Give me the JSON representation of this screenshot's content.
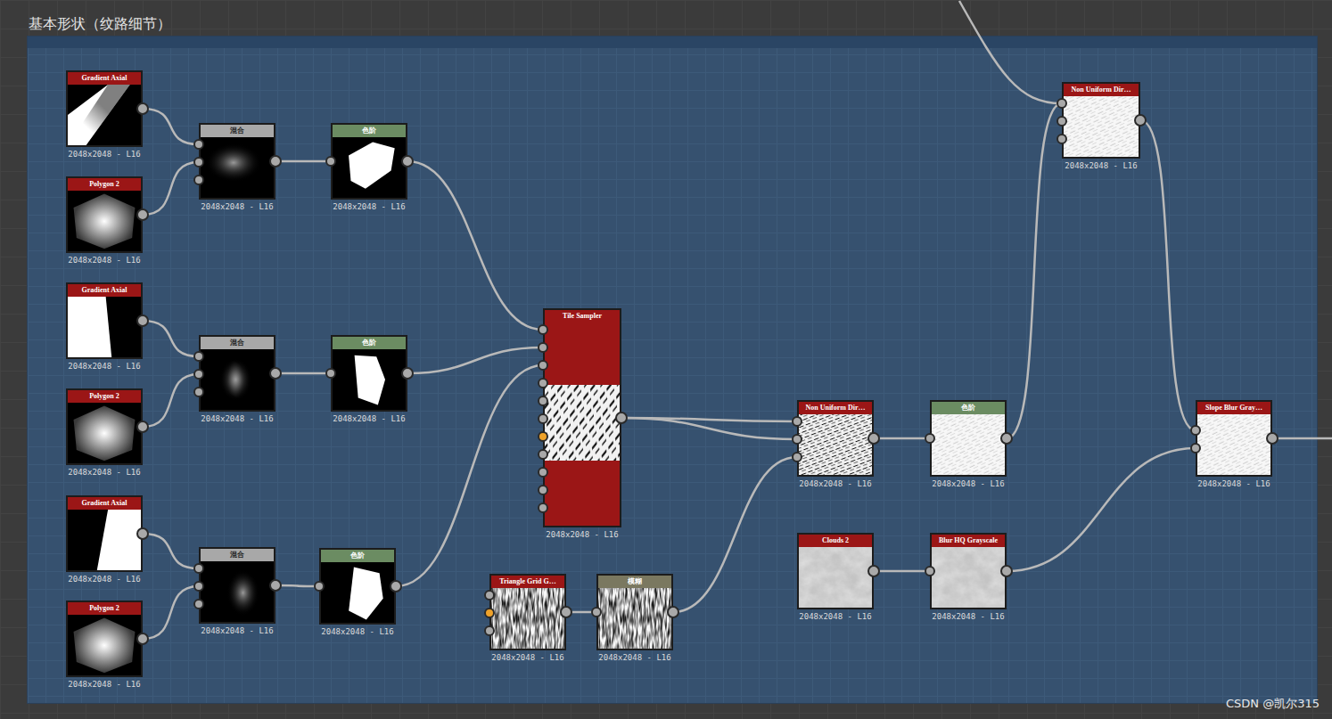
{
  "diagram": {
    "nodes": [
      {
        "text": [
          "基本形状（纹路细节）"
        ]
      },
      {
        "text": [
          "Gradient Axial",
          "2048x2048 - L16"
        ],
        "in": 0
      },
      {
        "text": [
          "Polygon 2",
          "2048x2048 - L16"
        ],
        "in": 0
      },
      {
        "text": [
          "混合",
          "2048x2048 - L16"
        ],
        "in": 0
      },
      {
        "text": [
          "色阶",
          "2048x2048 - L16"
        ],
        "in": 0
      },
      {
        "text": [
          "Gradient Axial",
          "2048x2048 - L16"
        ],
        "in": 0
      },
      {
        "text": [
          "Polygon 2",
          "2048x2048 - L16"
        ],
        "in": 0
      },
      {
        "text": [
          "混合",
          "2048x2048 - L16"
        ],
        "in": 0
      },
      {
        "text": [
          "色阶",
          "2048x2048 - L16"
        ],
        "in": 0
      },
      {
        "text": [
          "Gradient Axial",
          "2048x2048 - L16"
        ],
        "in": 0
      },
      {
        "text": [
          "Polygon 2",
          "2048x2048 - L16"
        ],
        "in": 0
      },
      {
        "text": [
          "混合",
          "2048x2048 - L16"
        ],
        "in": 0
      },
      {
        "text": [
          "色阶",
          "2048x2048 - L16"
        ],
        "in": 0
      },
      {
        "text": [
          "Tile Sampler",
          "2048x2048 - L16"
        ],
        "in": 0
      },
      {
        "text": [
          "Triangle Grid G…",
          "2048x2048 - L16"
        ],
        "in": 0
      },
      {
        "text": [
          "模糊",
          "2048x2048 - L16"
        ],
        "in": 0
      },
      {
        "text": [
          "Non Uniform Dir…",
          "2048x2048 - L16"
        ],
        "in": 0
      },
      {
        "text": [
          "色阶",
          "2048x2048 - L16"
        ],
        "in": 0
      },
      {
        "text": [
          "Non Uniform Dir…",
          "2048x2048 - L16"
        ],
        "in": 0
      },
      {
        "text": [
          "Clouds 2",
          "2048x2048 - L16"
        ],
        "in": 0
      },
      {
        "text": [
          "Blur HQ Grayscale",
          "2048x2048 - L16"
        ],
        "in": 0
      },
      {
        "text": [
          "Slope Blur Gray…",
          "2048x2048 - L16"
        ],
        "in": 0
      }
    ],
    "edges": [
      {
        "from": 1,
        "to": 3,
        "arrow": "none"
      },
      {
        "from": 2,
        "to": 3,
        "arrow": "none"
      },
      {
        "from": 3,
        "to": 4,
        "arrow": "none"
      },
      {
        "from": 5,
        "to": 7,
        "arrow": "none"
      },
      {
        "from": 6,
        "to": 7,
        "arrow": "none"
      },
      {
        "from": 7,
        "to": 8,
        "arrow": "none"
      },
      {
        "from": 9,
        "to": 11,
        "arrow": "none"
      },
      {
        "from": 10,
        "to": 11,
        "arrow": "none"
      },
      {
        "from": 11,
        "to": 12,
        "arrow": "none"
      },
      {
        "from": 4,
        "to": 13,
        "arrow": "none"
      },
      {
        "from": 8,
        "to": 13,
        "arrow": "none"
      },
      {
        "from": 12,
        "to": 13,
        "arrow": "none"
      },
      {
        "from": 13,
        "to": 16,
        "arrow": "none"
      },
      {
        "from": 13,
        "to": 16,
        "arrow": "none"
      },
      {
        "from": 14,
        "to": 15,
        "arrow": "none"
      },
      {
        "from": 15,
        "to": 16,
        "arrow": "none"
      },
      {
        "from": 16,
        "to": 17,
        "arrow": "none"
      },
      {
        "from": 17,
        "to": 18,
        "arrow": "none"
      },
      {
        "from": 18,
        "to": 21,
        "arrow": "none"
      },
      {
        "from": 19,
        "to": 20,
        "arrow": "none"
      },
      {
        "from": 20,
        "to": 21,
        "arrow": "none"
      }
    ],
    "labels": [
      "CSDN @凯尔315"
    ]
  }
}
